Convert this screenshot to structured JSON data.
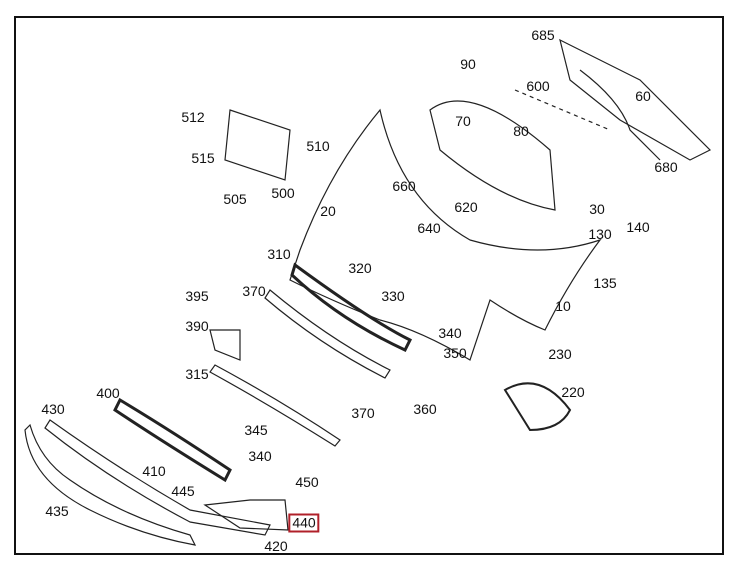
{
  "diagram": {
    "highlight_color": "#b0202a",
    "highlighted_part": "440",
    "labels": [
      "685",
      "90",
      "600",
      "60",
      "512",
      "70",
      "80",
      "510",
      "515",
      "660",
      "680",
      "505",
      "500",
      "620",
      "20",
      "30",
      "140",
      "640",
      "130",
      "310",
      "320",
      "135",
      "395",
      "370",
      "330",
      "10",
      "390",
      "340",
      "350",
      "230",
      "315",
      "220",
      "400",
      "360",
      "430",
      "370",
      "345",
      "410",
      "340",
      "450",
      "445",
      "435",
      "440",
      "420"
    ]
  }
}
